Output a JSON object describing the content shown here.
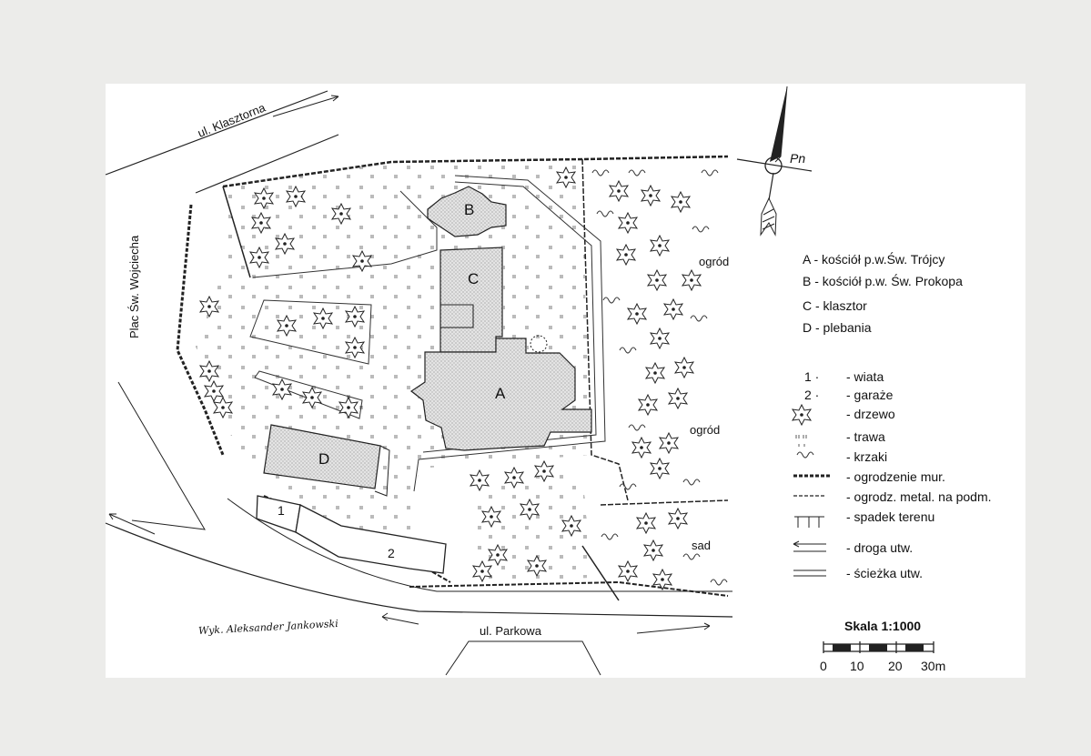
{
  "streets": {
    "klasztorna": "ul. Klasztorna",
    "plac": "Plac Św. Wojciecha",
    "parkowa": "ul. Parkowa"
  },
  "north": {
    "label": "Pn"
  },
  "buildings": {
    "a": "A",
    "b": "B",
    "c": "C",
    "d": "D",
    "garage1": "1",
    "garage2": "2"
  },
  "areas": {
    "ogrod1": "ogród",
    "ogrod2": "ogród",
    "sad": "sad"
  },
  "key": [
    "A - kościół p.w.Św. Trójcy",
    "B - kościół p.w. Św. Prokopa",
    "C - klasztor",
    "D - plebania"
  ],
  "legend": [
    {
      "symbol": "1 ·",
      "text": "- wiata"
    },
    {
      "symbol": "2 ·",
      "text": "- garaże"
    },
    {
      "symbol": "tree-icon",
      "text": "- drzewo"
    },
    {
      "symbol": "grass-icon",
      "text": "- trawa"
    },
    {
      "symbol": "shrub-icon",
      "text": "- krzaki"
    },
    {
      "symbol": "wall-fence-icon",
      "text": "- ogrodzenie mur."
    },
    {
      "symbol": "metal-fence-icon",
      "text": "- ogrodz. metal. na podm."
    },
    {
      "symbol": "slope-icon",
      "text": "- spadek terenu"
    },
    {
      "symbol": "road-icon",
      "text": "- droga utw."
    },
    {
      "symbol": "path-icon",
      "text": "- ścieżka utw."
    }
  ],
  "scale": {
    "title": "Skala 1:1000",
    "ticks": [
      "0",
      "10",
      "20",
      "30m"
    ]
  },
  "signature": "Wyk. Aleksander Jankowski"
}
